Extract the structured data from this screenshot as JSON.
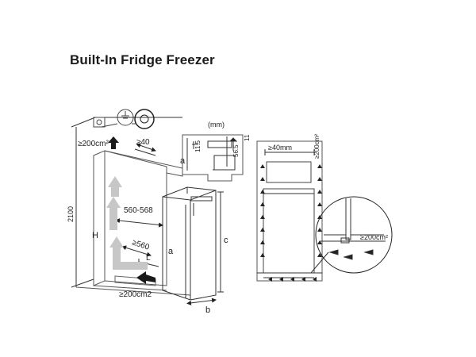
{
  "title": "Built-In Fridge Freezer",
  "labels": {
    "vent_top": "≥200cm²",
    "top_gap": "≥40",
    "total_height": "2100",
    "height_h": "H",
    "width_range": "560-568",
    "depth": "≥560",
    "L": "L",
    "a_left": "a",
    "c": "c",
    "b": "b",
    "vent_bottom": "≥200cm2",
    "unit_mm": "(mm)",
    "a_detail": "a",
    "d115": "11.5",
    "d565": "56.5",
    "d11": "11",
    "side_gap": "≥40mm",
    "vent_side": "≥200cm²",
    "vent_detail": "≥200cm²"
  },
  "icons": {
    "plug": "socket-icon",
    "ground": "ground-icon",
    "switch": "switch-icon"
  },
  "colors": {
    "ink": "#222222",
    "arrow_gray": "#bdbdbd",
    "cabinet_line": "#444444"
  }
}
